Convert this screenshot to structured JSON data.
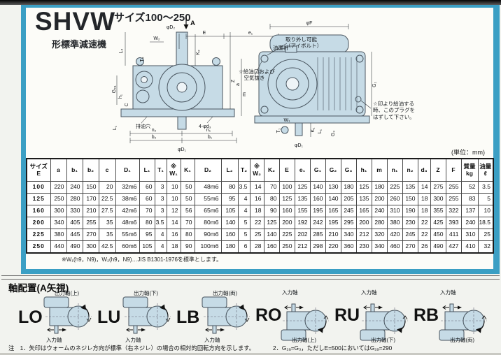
{
  "header": {
    "model": "SHVW",
    "subtitle": "形標準減速機",
    "size_range": "サイズ100～250"
  },
  "unit_label": "(単位：mm)",
  "drawing": {
    "view_arrow_label": "A",
    "front": {
      "phi_d2": "φD₂",
      "dim_e": "E",
      "dim_e1": "e₁",
      "dim_w2": "W₂",
      "dim_t2": "T₂",
      "dim_l2": "L₂",
      "dim_k2": "K₂",
      "dim_g2a": "G₂ₐ",
      "dim_h1": "h₁",
      "dim_c": "C",
      "dim_l1": "L₁",
      "dim_z": "Z",
      "drain_label": "排油穴",
      "bolt_holes": "4-φd₃",
      "dim_n2": "n₂",
      "dim_n1": "n₁",
      "dim_b2": "b₂",
      "dim_b1": "b₁",
      "phi_d1": "φD₁"
    },
    "side": {
      "phi_f": "φF",
      "dim_g1": "G₁",
      "dim_a": "a",
      "dim_m": "m",
      "dim_w1": "W₁",
      "dim_t1": "T₁",
      "dim_k1": "K₁",
      "dim_l1": "L₁",
      "dim_g3": "G₃",
      "phi_d1": "φD₁",
      "note_eyebolt": "取り外し可能\n（アイボルト）",
      "note_oil_gauge": "油面計",
      "note_oil_port": "☆給油口および\n　空気抜き",
      "note_oil_plug": "☆印より給油する\n時、このプラグを\nはずして下さい。"
    }
  },
  "table": {
    "col_headers": [
      "サイズ\nE",
      "a",
      "b₁",
      "b₂",
      "c",
      "D₁",
      "L₁",
      "T₁",
      "※\nW₁",
      "K₁",
      "D₂",
      "L₂",
      "T₂",
      "※\nW₂",
      "K₂",
      "E",
      "e₁",
      "G₁",
      "G₂",
      "G₃",
      "h₁",
      "m",
      "n₁",
      "n₂",
      "d₃",
      "Z",
      "F",
      "質量\nkg",
      "油量\nℓ"
    ],
    "rows": [
      {
        "size": "100",
        "values": [
          "220",
          "240",
          "150",
          "20",
          "32m6",
          "60",
          "3",
          "10",
          "50",
          "48m6",
          "80",
          "3.5",
          "14",
          "70",
          "100",
          "125",
          "140",
          "130",
          "180",
          "125",
          "180",
          "225",
          "135",
          "14",
          "275",
          "255",
          "52",
          "3.5"
        ]
      },
      {
        "size": "125",
        "values": [
          "250",
          "280",
          "170",
          "22.5",
          "38m6",
          "60",
          "3",
          "10",
          "50",
          "55m6",
          "95",
          "4",
          "16",
          "80",
          "125",
          "135",
          "160",
          "140",
          "205",
          "135",
          "200",
          "260",
          "150",
          "18",
          "300",
          "255",
          "83",
          "5"
        ]
      },
      {
        "size": "160",
        "values": [
          "300",
          "330",
          "210",
          "27.5",
          "42m6",
          "70",
          "3",
          "12",
          "56",
          "65m6",
          "105",
          "4",
          "18",
          "90",
          "160",
          "155",
          "195",
          "165",
          "245",
          "165",
          "240",
          "310",
          "190",
          "18",
          "355",
          "322",
          "137",
          "10"
        ]
      },
      {
        "size": "200",
        "values": [
          "340",
          "405",
          "255",
          "35",
          "48m6",
          "80",
          "3.5",
          "14",
          "70",
          "80m6",
          "140",
          "5",
          "22",
          "125",
          "200",
          "192",
          "242",
          "195",
          "295",
          "200",
          "280",
          "380",
          "230",
          "22",
          "425",
          "393",
          "240",
          "18.5"
        ]
      },
      {
        "size": "225",
        "values": [
          "380",
          "445",
          "270",
          "35",
          "55m6",
          "95",
          "4",
          "16",
          "80",
          "90m6",
          "160",
          "5",
          "25",
          "140",
          "225",
          "202",
          "285",
          "210",
          "340",
          "212",
          "320",
          "420",
          "245",
          "22",
          "450",
          "411",
          "310",
          "25"
        ]
      },
      {
        "size": "250",
        "values": [
          "440",
          "490",
          "300",
          "42.5",
          "60m6",
          "105",
          "4",
          "18",
          "90",
          "100m6",
          "180",
          "6",
          "28",
          "160",
          "250",
          "212",
          "298",
          "220",
          "360",
          "230",
          "340",
          "460",
          "270",
          "26",
          "490",
          "427",
          "410",
          "32"
        ]
      }
    ],
    "footnote": "※W₁(h9，N9)，W₂(h9，N9)…JIS B1301-1976を標準とします。"
  },
  "shaft_layout": {
    "title": "軸配置(A矢視)",
    "configs": [
      {
        "code": "LO",
        "type": "L",
        "output": "出力軸(上)",
        "input": "入力軸"
      },
      {
        "code": "LU",
        "type": "L",
        "output": "出力軸(下)",
        "input": "入力軸"
      },
      {
        "code": "LB",
        "type": "L",
        "output": "出力軸(両)",
        "input": "入力軸"
      },
      {
        "code": "RO",
        "type": "R",
        "output": "出力軸(上)",
        "input": "入力軸"
      },
      {
        "code": "RU",
        "type": "R",
        "output": "出力軸(下)",
        "input": "入力軸"
      },
      {
        "code": "RB",
        "type": "R",
        "output": "出力軸(両)",
        "input": "入力軸"
      }
    ],
    "note1": "注　1．矢印はウォームのネジレ方向が標準（右ネジレ）の場合の相対的回転方向を示します。",
    "note2": "2．G₂ₐ=G₃，ただしE=500においてはG₂ₐ=290"
  },
  "colors": {
    "accent": "#3b9fc4",
    "drawing_fill": "#c6dbe6"
  }
}
